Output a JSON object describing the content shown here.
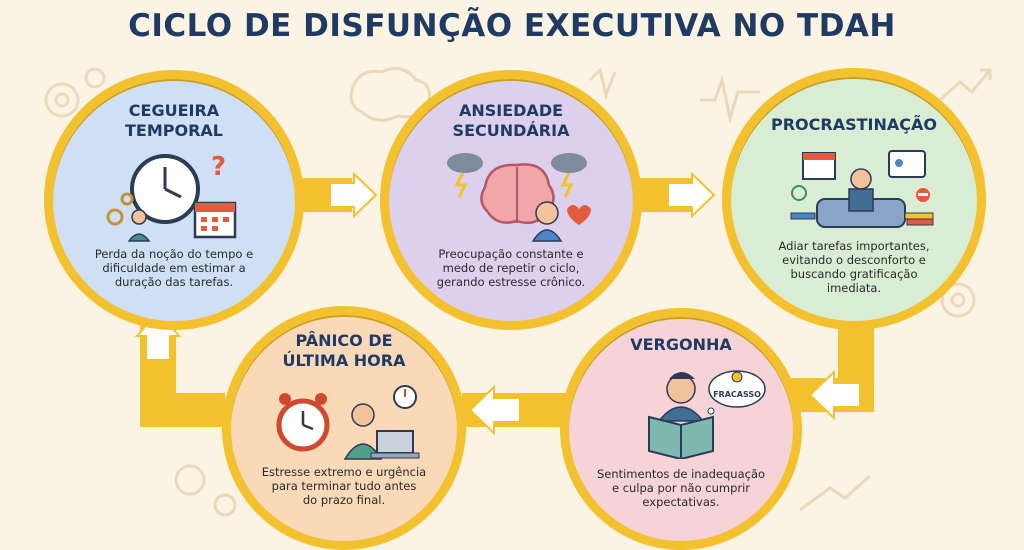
{
  "title": "CICLO DE DISFUNÇÃO EXECUTIVA NO TDAH",
  "colors": {
    "background": "#fbf4e4",
    "ring": "#f3c12e",
    "title": "#1f3a63",
    "blue": "#cfe0f6",
    "purple": "#ddd0ec",
    "green": "#d9ecd4",
    "pink": "#f6d3d6",
    "orange": "#f9d9b8"
  },
  "steps": [
    {
      "title_lines": [
        "CEGUEIRA",
        "TEMPORAL"
      ],
      "desc_lines": [
        "Perda da noção do tempo e",
        "dificuldade em estimar a",
        "duração das tarefas."
      ],
      "icons": [
        "clock-icon",
        "calendar-icon",
        "question-mark-icon",
        "gear-icon",
        "thinking-person-icon"
      ]
    },
    {
      "title_lines": [
        "ANSIEDADE",
        "SECUNDÁRIA"
      ],
      "desc_lines": [
        "Preocupação constante e",
        "medo de repetir o ciclo,",
        "gerando estresse crônico."
      ],
      "icons": [
        "brain-icon",
        "storm-cloud-icon",
        "worried-person-icon",
        "heartbeat-icon"
      ]
    },
    {
      "title_lines": [
        "PROCRASTINAÇÃO"
      ],
      "desc_lines": [
        "Adiar tarefas importantes,",
        "evitando o desconforto e",
        "buscando gratificação",
        "imediata."
      ],
      "icons": [
        "calendar-icon",
        "person-on-couch-icon",
        "phone-icon",
        "books-icon"
      ]
    },
    {
      "title_lines": [
        "VERGONHA"
      ],
      "desc_lines": [
        "Sentimentos de inadequação",
        "e culpa por não cumprir",
        "expectativas."
      ],
      "bubble": "FRACASSO",
      "icons": [
        "ashamed-person-icon",
        "book-icon",
        "sad-face-icon"
      ]
    },
    {
      "title_lines": [
        "PÂNICO DE",
        "ÚLTIMA HORA"
      ],
      "desc_lines": [
        "Estresse extremo e urgência",
        "para terminar tudo antes",
        "do prazo final."
      ],
      "icons": [
        "alarm-clock-icon",
        "stopwatch-icon",
        "stressed-person-icon",
        "laptop-icon"
      ]
    }
  ]
}
